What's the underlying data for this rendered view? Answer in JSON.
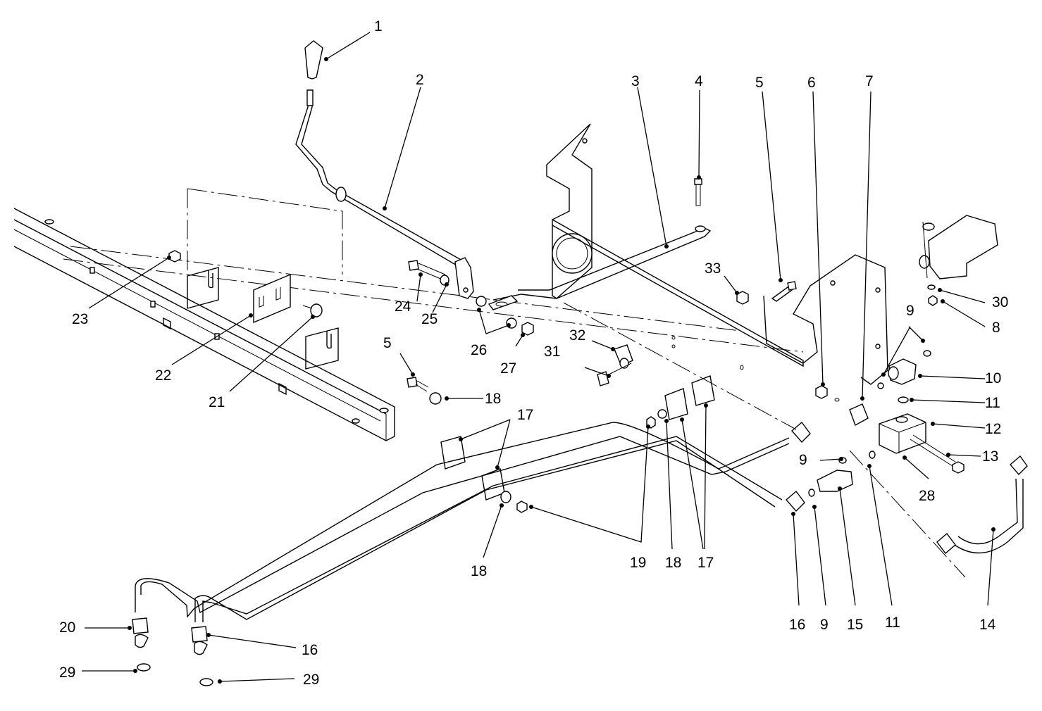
{
  "diagram": {
    "callouts": [
      {
        "id": "c1",
        "label": "1"
      },
      {
        "id": "c2",
        "label": "2"
      },
      {
        "id": "c3",
        "label": "3"
      },
      {
        "id": "c4",
        "label": "4"
      },
      {
        "id": "c5a",
        "label": "5"
      },
      {
        "id": "c6",
        "label": "6"
      },
      {
        "id": "c7",
        "label": "7"
      },
      {
        "id": "c8",
        "label": "8"
      },
      {
        "id": "c9a",
        "label": "9"
      },
      {
        "id": "c10",
        "label": "10"
      },
      {
        "id": "c11a",
        "label": "11"
      },
      {
        "id": "c12",
        "label": "12"
      },
      {
        "id": "c13",
        "label": "13"
      },
      {
        "id": "c14",
        "label": "14"
      },
      {
        "id": "c15",
        "label": "15"
      },
      {
        "id": "c16a",
        "label": "16"
      },
      {
        "id": "c9b",
        "label": "9"
      },
      {
        "id": "c11b",
        "label": "11"
      },
      {
        "id": "c16b",
        "label": "16"
      },
      {
        "id": "c17a",
        "label": "17"
      },
      {
        "id": "c17b",
        "label": "17"
      },
      {
        "id": "c18a",
        "label": "18"
      },
      {
        "id": "c18b",
        "label": "18"
      },
      {
        "id": "c18c",
        "label": "18"
      },
      {
        "id": "c19",
        "label": "19"
      },
      {
        "id": "c20",
        "label": "20"
      },
      {
        "id": "c21",
        "label": "21"
      },
      {
        "id": "c22",
        "label": "22"
      },
      {
        "id": "c23",
        "label": "23"
      },
      {
        "id": "c24",
        "label": "24"
      },
      {
        "id": "c25",
        "label": "25"
      },
      {
        "id": "c26",
        "label": "26"
      },
      {
        "id": "c27",
        "label": "27"
      },
      {
        "id": "c28",
        "label": "28"
      },
      {
        "id": "c29a",
        "label": "29"
      },
      {
        "id": "c29b",
        "label": "29"
      },
      {
        "id": "c30",
        "label": "30"
      },
      {
        "id": "c31",
        "label": "31"
      },
      {
        "id": "c32",
        "label": "32"
      },
      {
        "id": "c33",
        "label": "33"
      },
      {
        "id": "c5b",
        "label": "5"
      },
      {
        "id": "c9c",
        "label": "9"
      }
    ]
  }
}
